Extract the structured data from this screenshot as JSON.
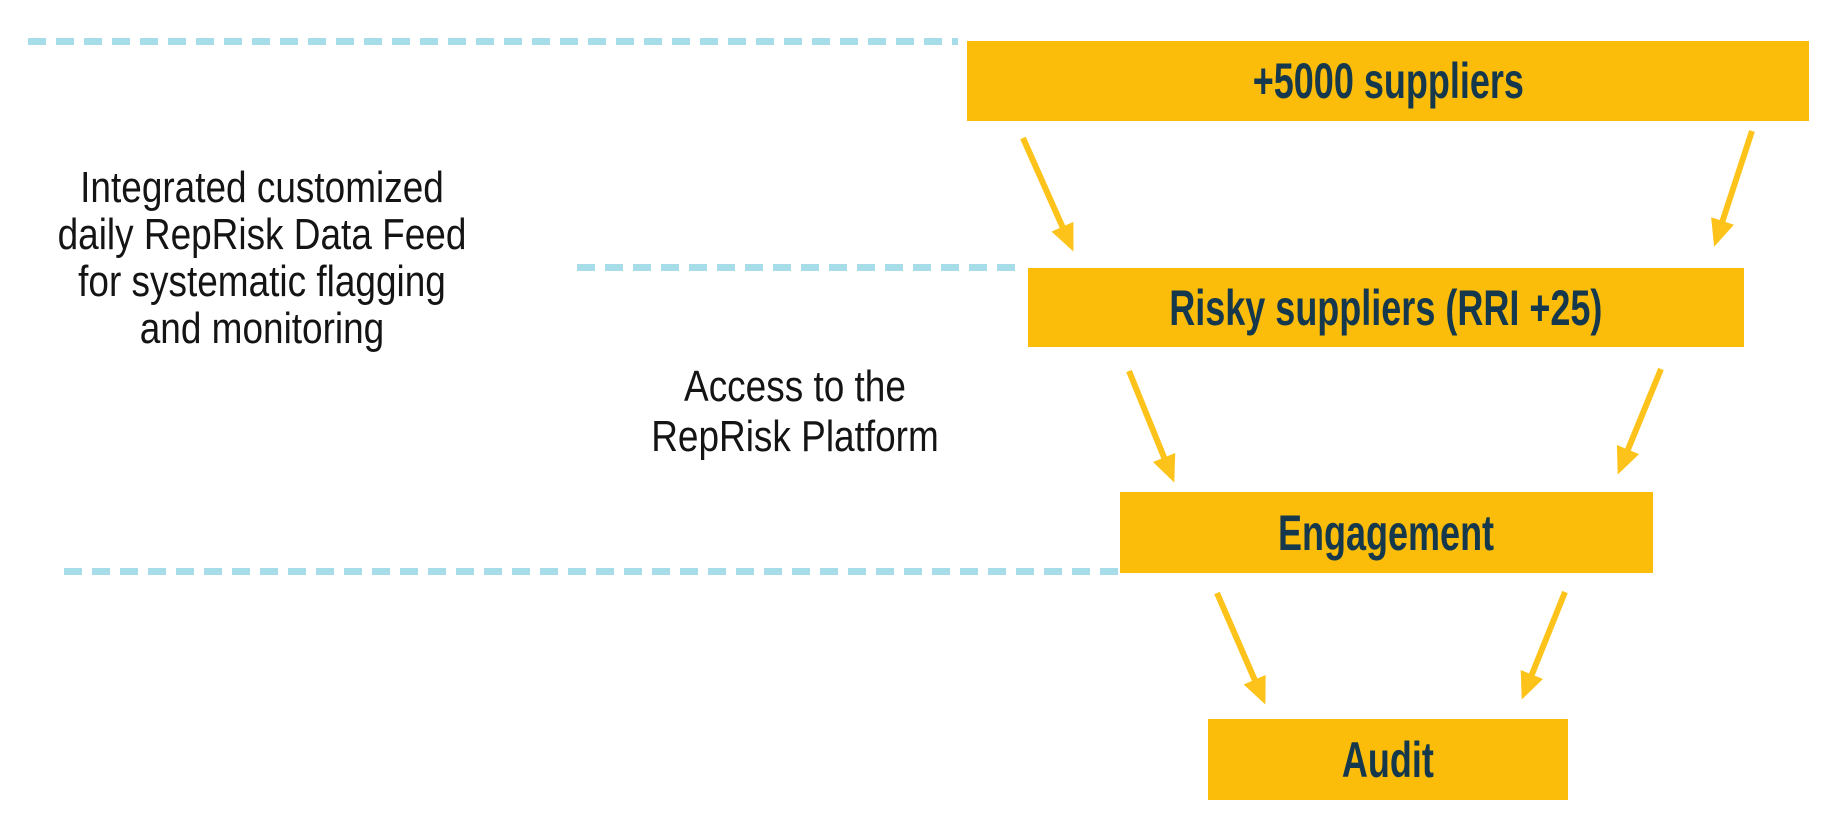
{
  "diagram": {
    "type": "funnel-flow",
    "background": "#FFFFFF",
    "annotations": {
      "data_feed": {
        "lines": [
          "Integrated customized",
          "daily RepRisk Data Feed",
          "for systematic flagging",
          "and monitoring"
        ]
      },
      "platform": {
        "lines": [
          "Access to the",
          "RepRisk Platform"
        ]
      }
    },
    "funnel": {
      "stages": [
        {
          "id": "suppliers",
          "label": "+5000 suppliers"
        },
        {
          "id": "risky-suppliers",
          "label": "Risky suppliers (RRI +25)"
        },
        {
          "id": "engagement",
          "label": "Engagement"
        },
        {
          "id": "audit",
          "label": "Audit"
        }
      ],
      "arrow_count": 6
    },
    "colors": {
      "bar_fill": "#FBBD0A",
      "bar_text": "#16384C",
      "arrow": "#FDC31A",
      "dashed_line": "#A7DDE9",
      "annotation_text": "#141414",
      "background": "#FFFFFF"
    }
  }
}
